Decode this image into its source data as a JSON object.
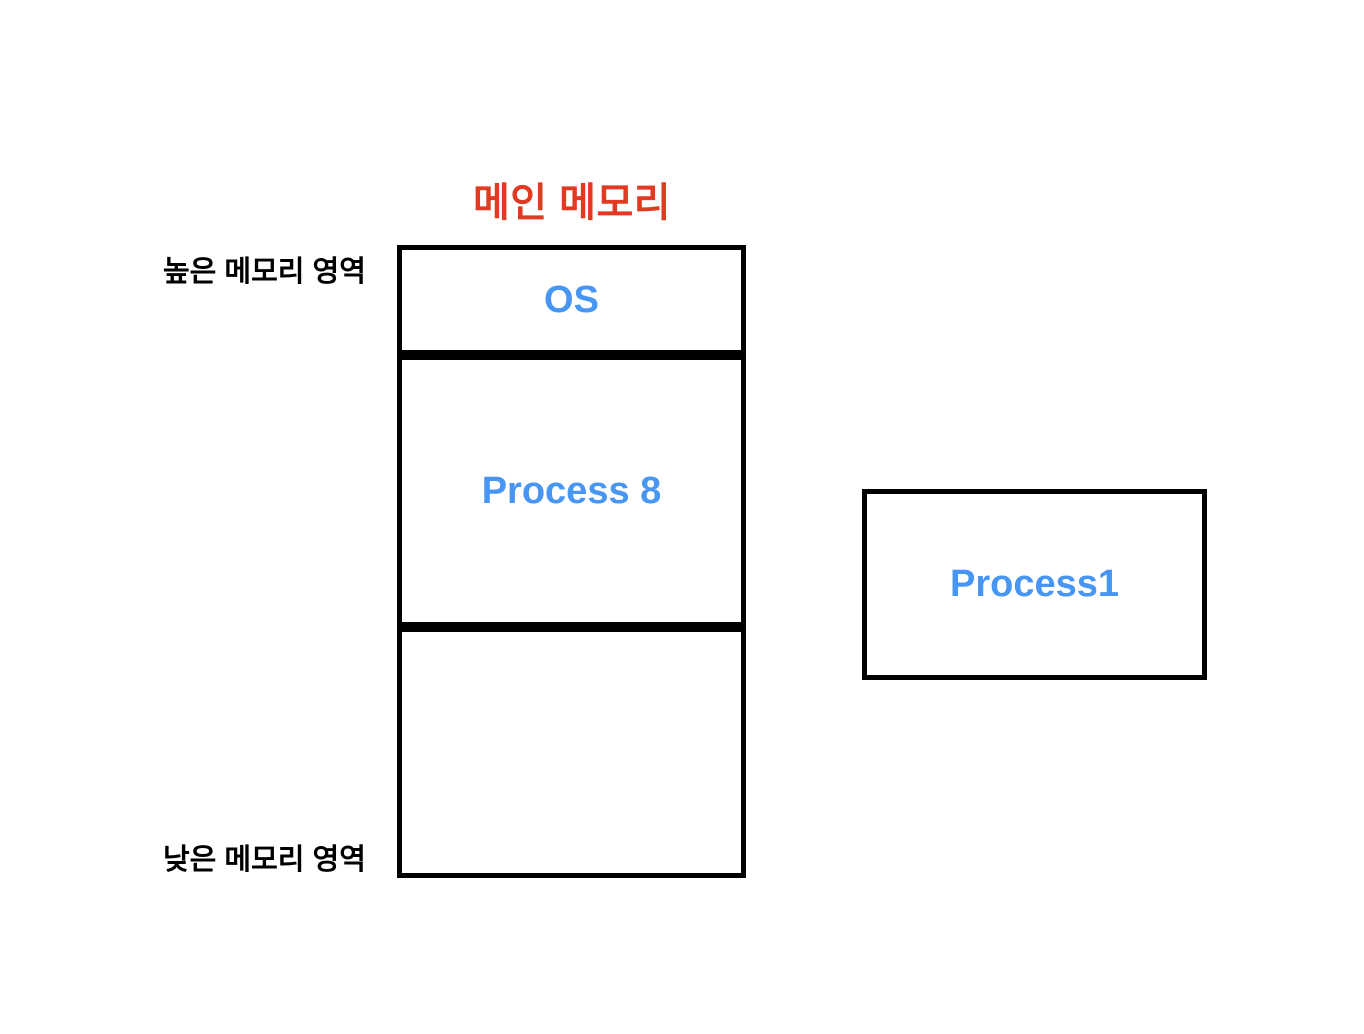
{
  "title": "메인 메모리",
  "labels": {
    "high_memory": "높은 메모리 영역",
    "low_memory": "낮은 메모리 영역"
  },
  "memory_segments": [
    {
      "name": "os",
      "label": "OS"
    },
    {
      "name": "process-8",
      "label": "Process 8"
    },
    {
      "name": "empty",
      "label": ""
    }
  ],
  "external_process": {
    "label": "Process1"
  },
  "colors": {
    "title": "#e03a22",
    "process_text": "#4796f3",
    "border": "#000000",
    "background": "#ffffff"
  }
}
